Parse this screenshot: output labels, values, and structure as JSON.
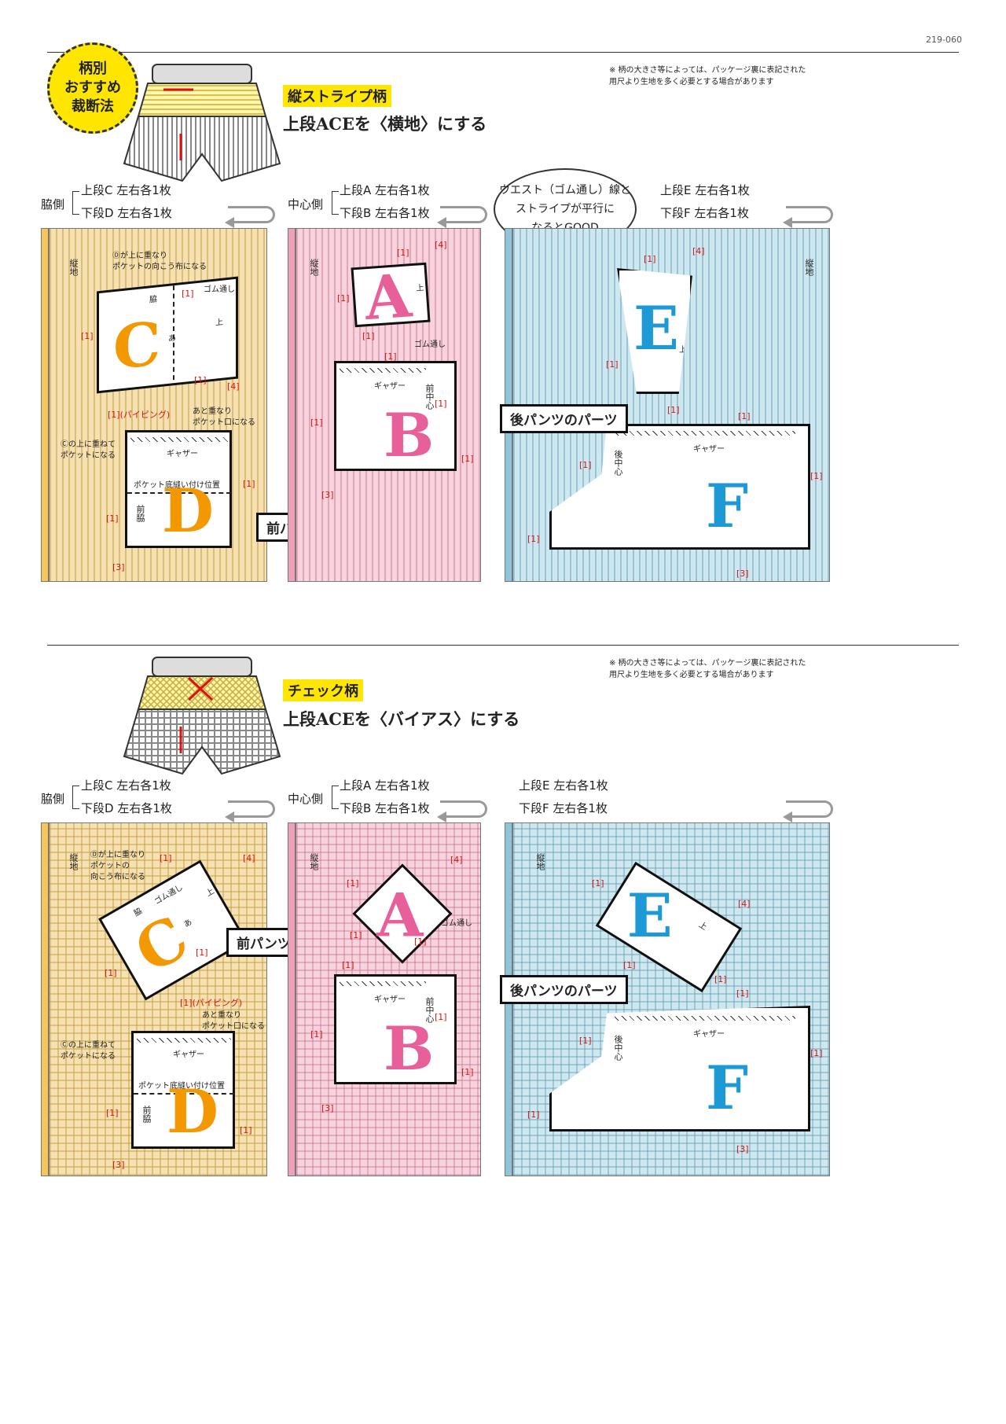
{
  "page_code": "219-060",
  "note": "※ 柄の大きさ等によっては、パッケージ裏に表記された\n用尺より生地を多く必要とする場合があります",
  "badge": "柄別\nおすすめ\n裁断法",
  "sections": [
    {
      "pattern_tag": "縦ストライプ柄",
      "headline": "上段ACEを〈横地〉にする",
      "group1": {
        "side": "脇側",
        "counts": "上段C 左右各1枚\n下段D 左右各1枚"
      },
      "group2": {
        "side": "中心側",
        "counts": "上段A 左右各1枚\n下段B 左右各1枚"
      },
      "group3": {
        "side": "",
        "counts": "上段E 左右各1枚\n下段F 左右各1枚"
      },
      "front_label": "前パンツのパーツ",
      "back_label": "後パンツのパーツ",
      "bubble": "ウエスト（ゴム通し）線と\nストライプが平行に\nなるとGOOD"
    },
    {
      "pattern_tag": "チェック柄",
      "headline": "上段ACEを〈バイアス〉にする",
      "group1": {
        "side": "脇側",
        "counts": "上段C 左右各1枚\n下段D 左右各1枚"
      },
      "group2": {
        "side": "中心側",
        "counts": "上段A 左右各1枚\n下段B 左右各1枚"
      },
      "group3": {
        "side": "",
        "counts": "上段E 左右各1枚\n下段F 左右各1枚"
      },
      "front_label": "前パンツのパーツ",
      "back_label": "後パンツのパーツ"
    }
  ],
  "pieces": {
    "A": "A",
    "B": "B",
    "C": "C",
    "D": "D",
    "E": "E",
    "F": "F"
  },
  "annotations": {
    "tate_ji": "縦地",
    "d_overlap": "Ⓓが上に重なり\nポケットの向こう布になる",
    "d_overlap2": "Ⓓが上に重なり\nポケットの\n向こう布になる",
    "c_overlap": "Ⓒの上に重ねて\nポケットになる",
    "pocket_mouth": "あと重なり\nポケット口になる",
    "gom": "ゴム通し",
    "gather": "ギャザー",
    "pocket_line": "ポケット底縫い付け位置",
    "front_side": "前脇",
    "front_center": "前中心",
    "back_center": "後中心",
    "side_seam": "脇",
    "top": "上",
    "a_mark": "あ",
    "m1": "[1]",
    "m3": "[3]",
    "m4": "[4]",
    "piping": "[1](パイピング)"
  },
  "colors": {
    "yellow": "#ffe600",
    "orange": "#f39800",
    "pink": "#e8609a",
    "blue": "#1d9ad6",
    "red": "#d11111"
  }
}
